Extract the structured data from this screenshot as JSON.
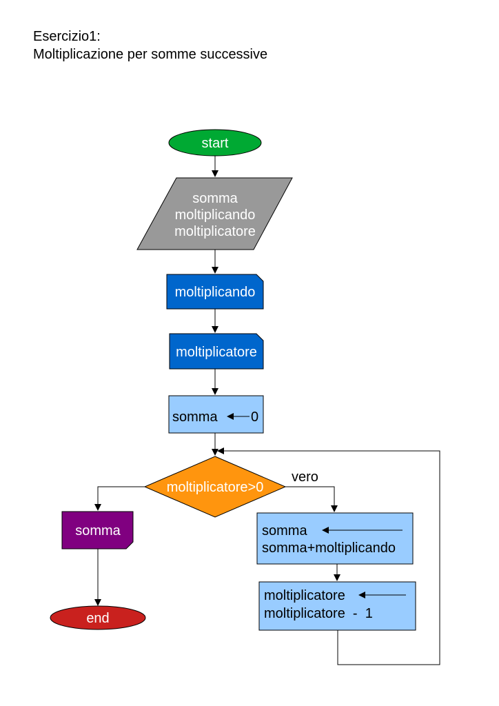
{
  "title": {
    "line1": "Esercizio1:",
    "line2": "Moltiplicazione per somme successive"
  },
  "flowchart": {
    "start": "start",
    "declare": [
      "somma",
      "moltiplicando",
      "moltiplicatore"
    ],
    "input_1": "moltiplicando",
    "input_2": "moltiplicatore",
    "init": {
      "variable": "somma",
      "value": "0"
    },
    "decision": "moltiplicatore>0",
    "true_branch_label": "vero",
    "loop_step_1": {
      "target": "somma",
      "expression": "somma+moltiplicando"
    },
    "loop_step_2": {
      "target": "moltiplicatore",
      "expression": "moltiplicatore  -  1"
    },
    "output": "somma",
    "end": "end"
  },
  "colors": {
    "start": "#00a933",
    "declare": "#999999",
    "input": "#0066cc",
    "process": "#99ccff",
    "decision": "#ff950e",
    "output": "#800080",
    "end": "#c9211e"
  }
}
